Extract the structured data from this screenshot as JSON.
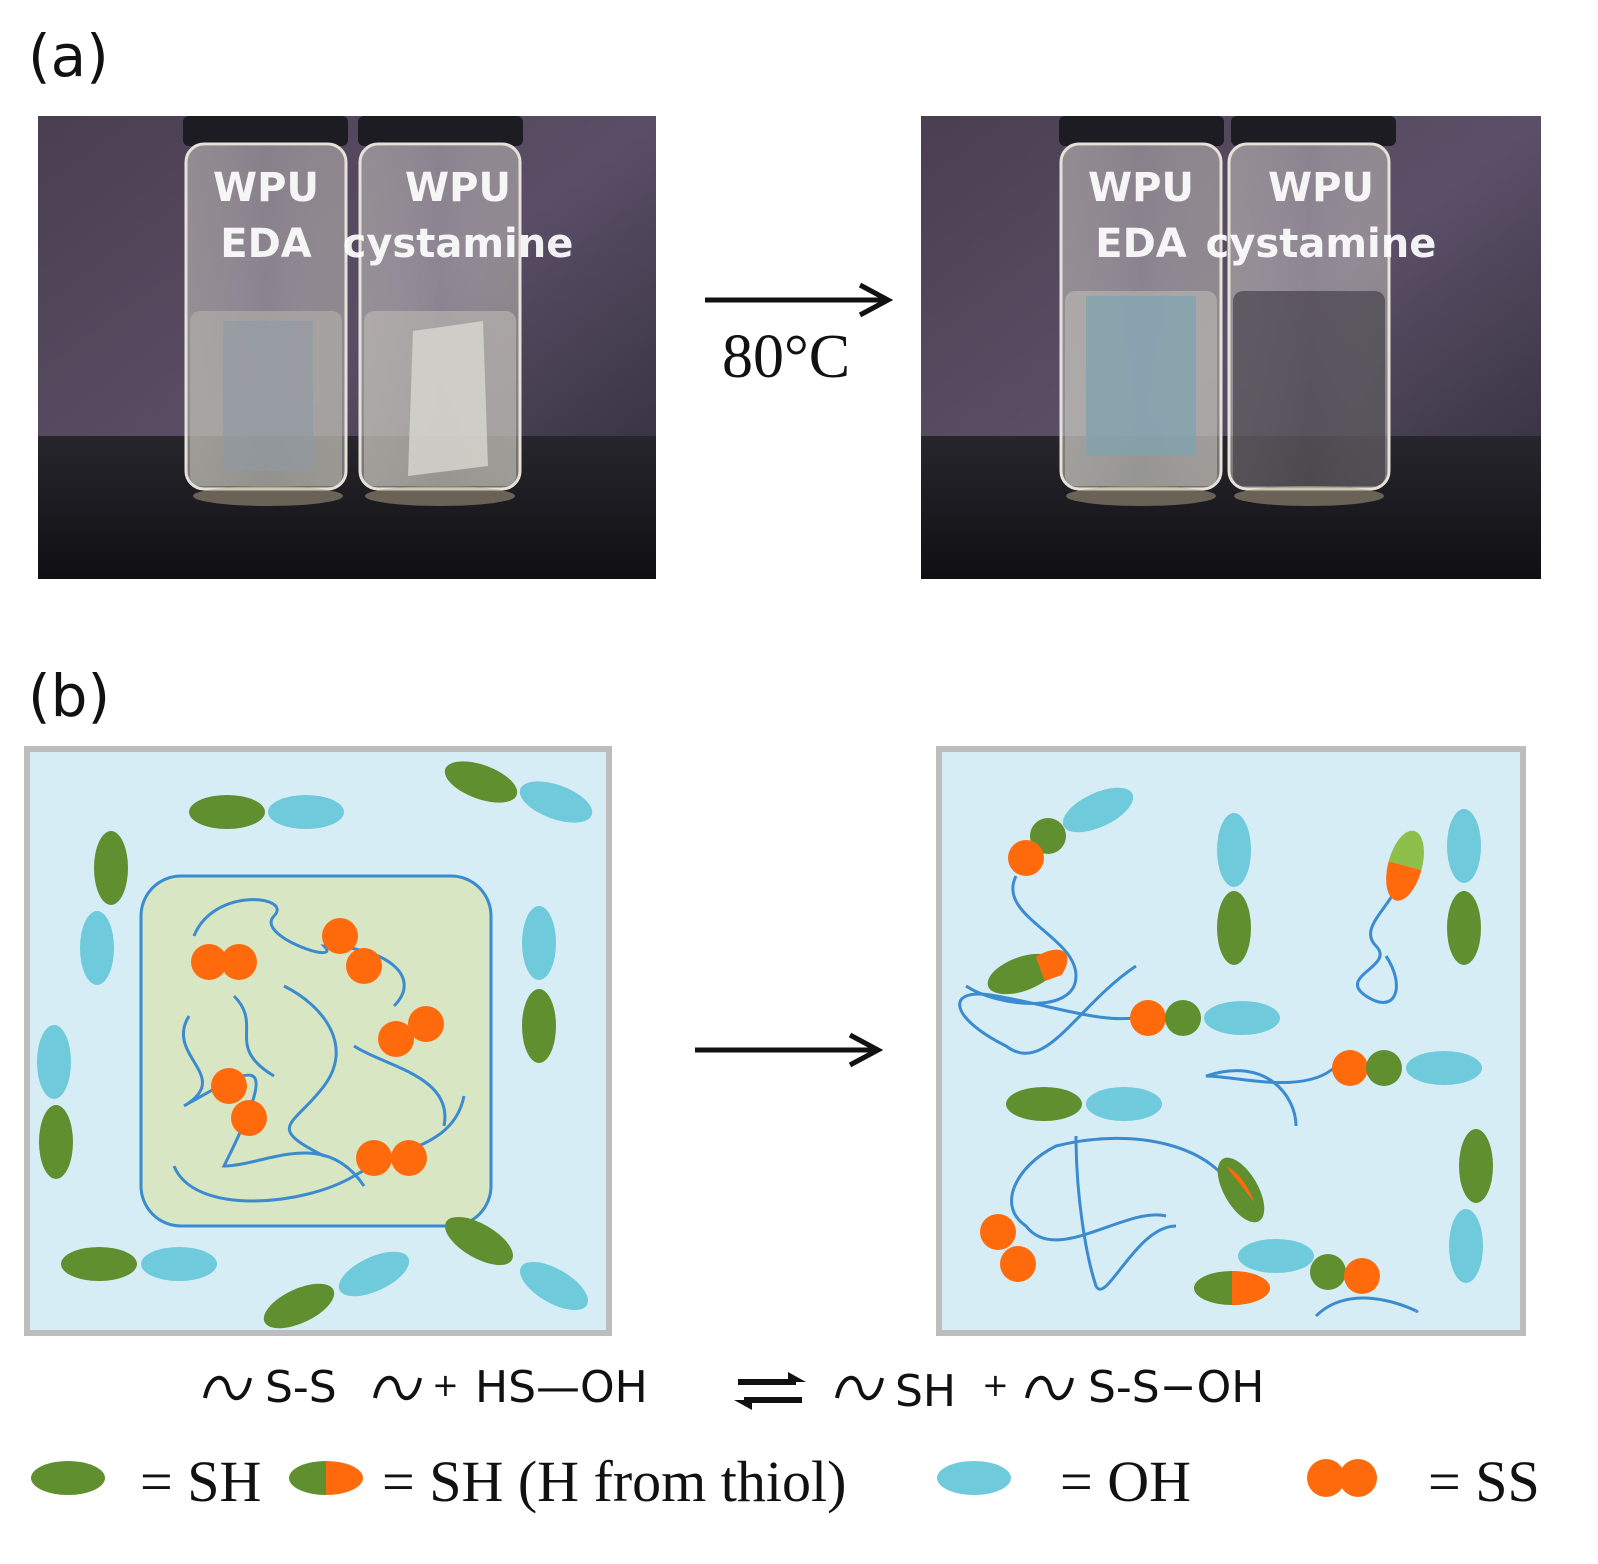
{
  "panel_a": {
    "label": "(a)",
    "condition": "80°C",
    "left_photo": {
      "vial1": [
        "WPU",
        "EDA"
      ],
      "vial2": [
        "WPU",
        "cystamine"
      ]
    },
    "right_photo": {
      "vial1": [
        "WPU",
        "EDA"
      ],
      "vial2": [
        "WPU",
        "cystamine"
      ]
    }
  },
  "panel_b": {
    "label": "(b)"
  },
  "reaction": {
    "left_1": "S-S",
    "plus_1": "+",
    "left_2": "HS—OH",
    "right_1": "SH",
    "plus_2": "+",
    "right_2": "S-S−OH"
  },
  "legend": {
    "sh": "= SH",
    "sh_h": "= SH (H from thiol)",
    "oh": "= OH",
    "ss": "= SS"
  },
  "colors": {
    "sh_green": "#5f8f2e",
    "oh_blue": "#6fcadb",
    "ss_orange": "#ff6a0c",
    "box_fill": "#d6edf5",
    "particle_fill": "#d8e6c3",
    "chain_blue": "#3a8bd0",
    "light_green": "#8dbf4a"
  }
}
